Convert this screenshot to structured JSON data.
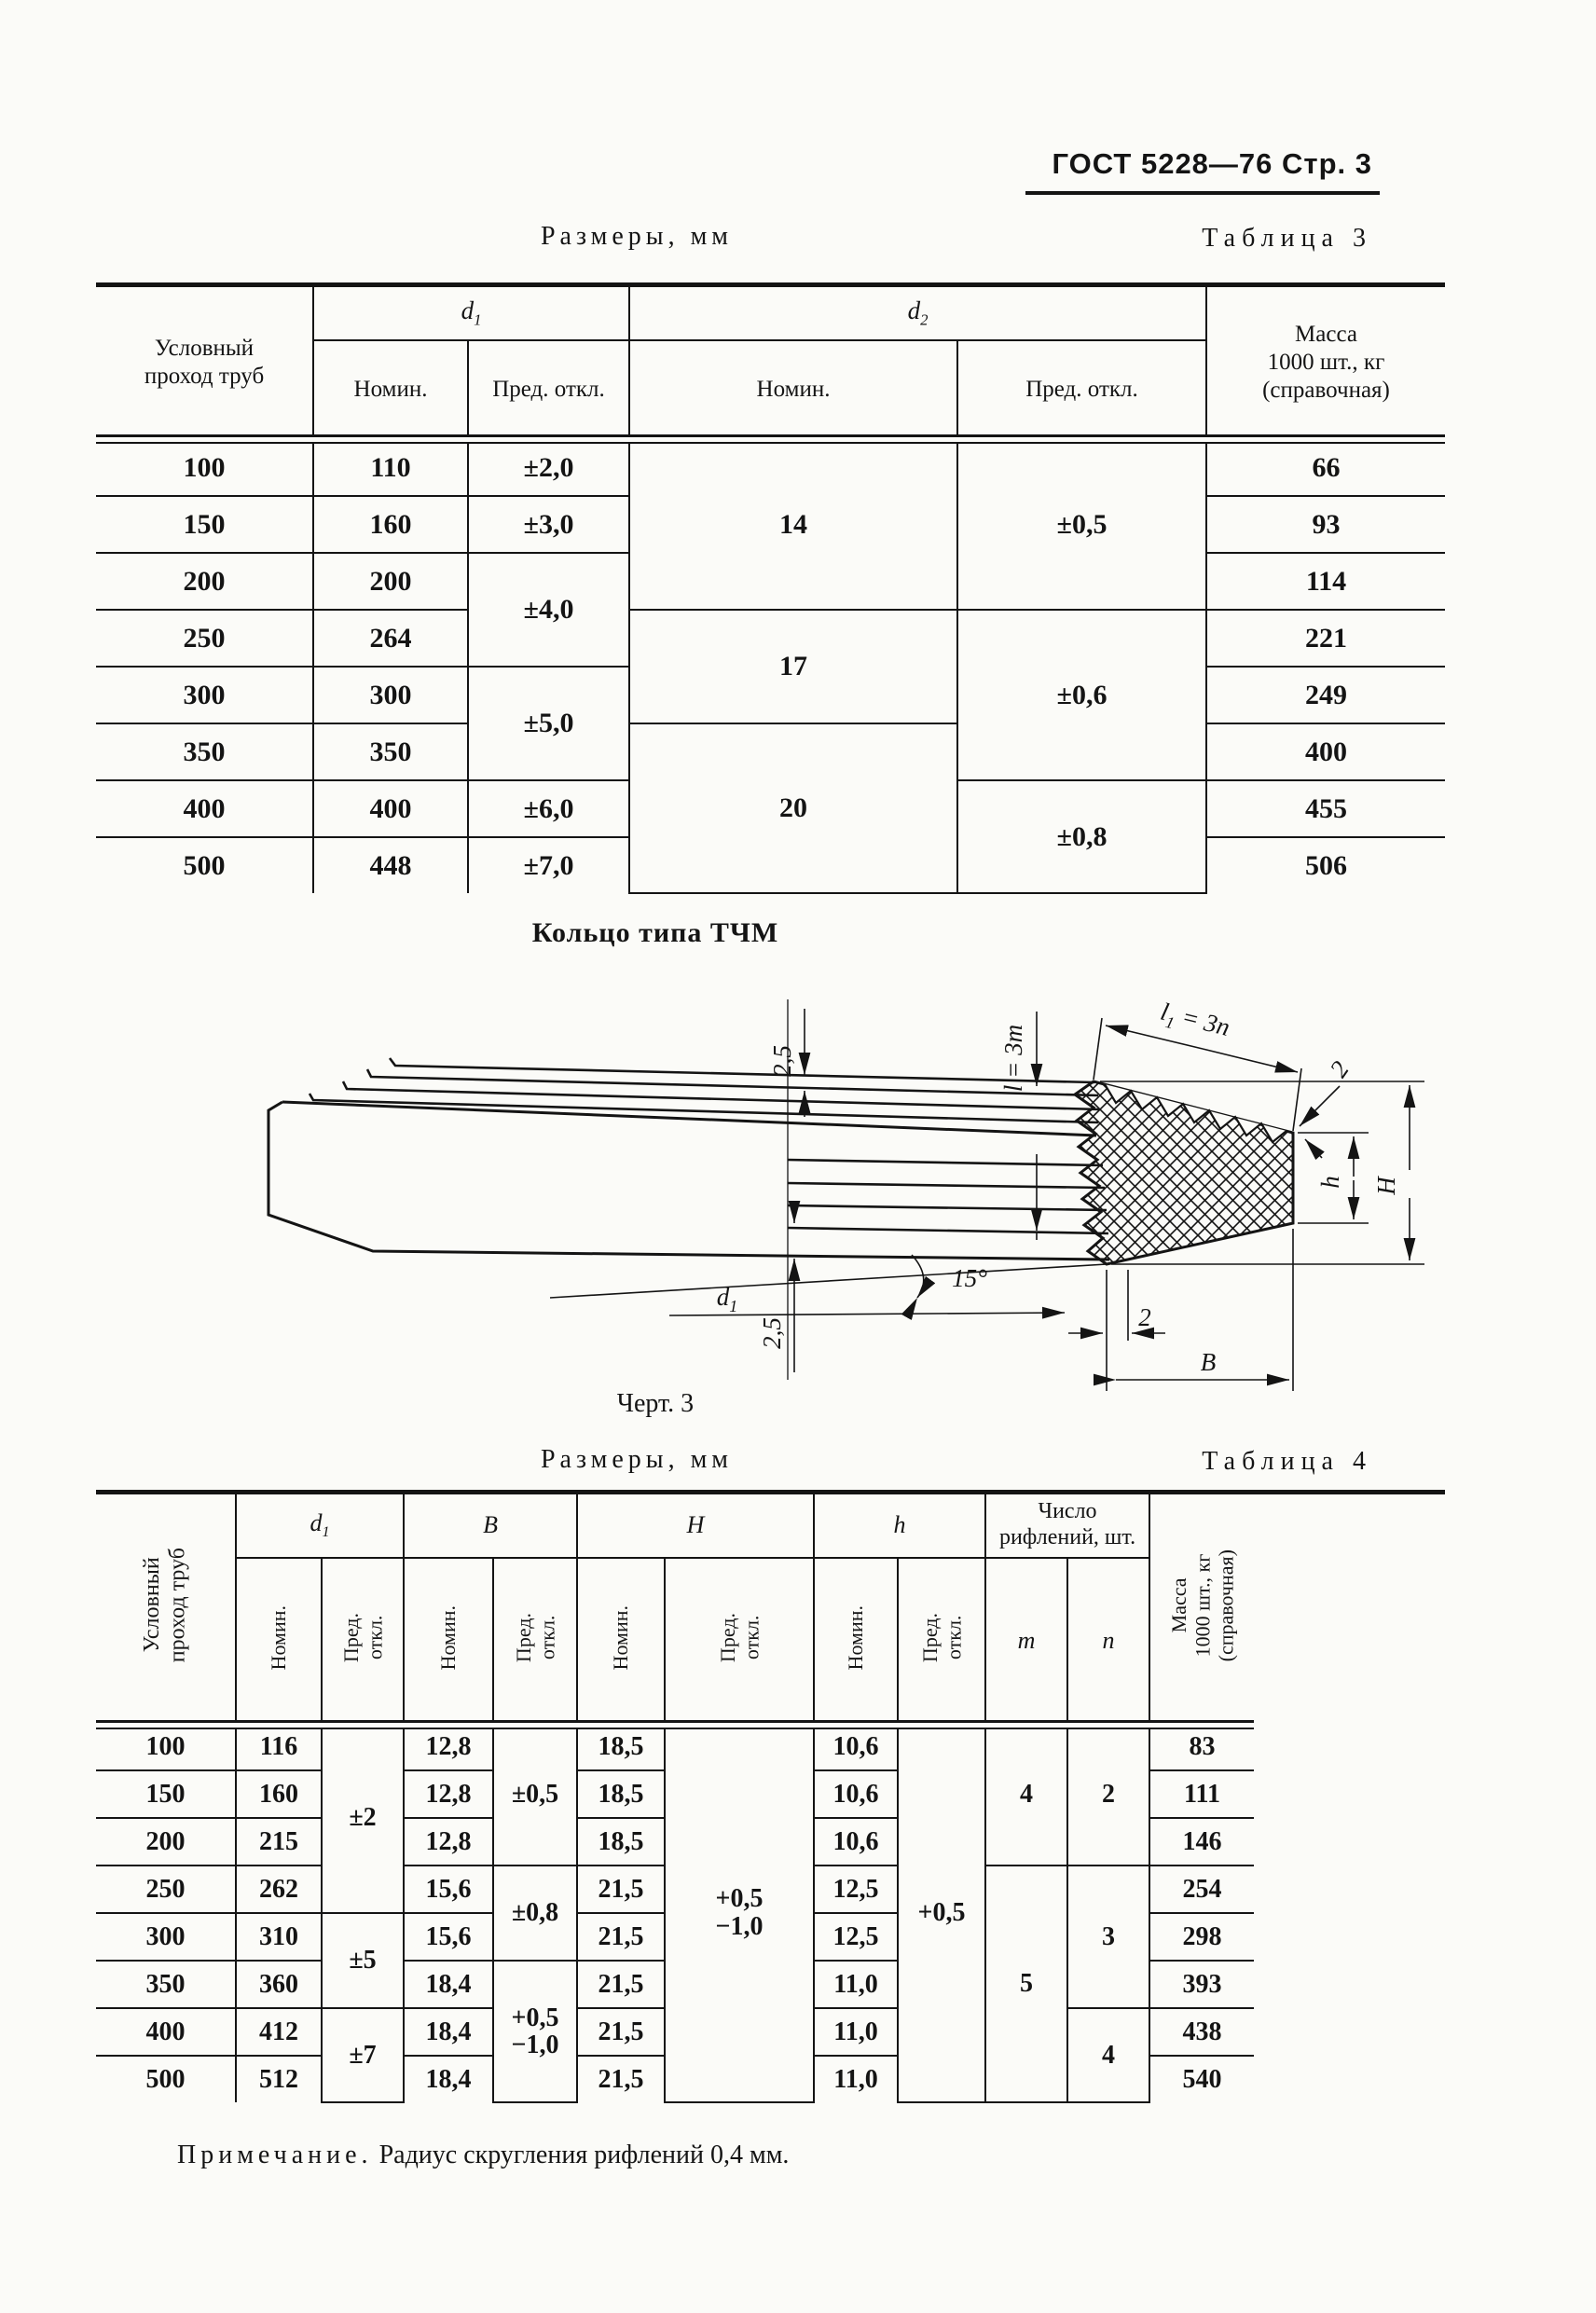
{
  "page": {
    "header": "ГОСТ 5228—76 Стр. 3"
  },
  "t3": {
    "size_label": "Размеры, мм",
    "table_label": "Таблица 3",
    "head": {
      "col1": "Условный\nпроход труб",
      "d1_base": "d",
      "d1_sub": "1",
      "d2_base": "d",
      "d2_sub": "2",
      "nom": "Номин.",
      "tol": "Пред. откл.",
      "mass": "Масса\n1000 шт., кг\n(справочная)"
    },
    "rows": [
      {
        "dy": "100",
        "d1": "110",
        "mass": "66"
      },
      {
        "dy": "150",
        "d1": "160",
        "mass": "93"
      },
      {
        "dy": "200",
        "d1": "200",
        "mass": "114"
      },
      {
        "dy": "250",
        "d1": "264",
        "mass": "221"
      },
      {
        "dy": "300",
        "d1": "300",
        "mass": "249"
      },
      {
        "dy": "350",
        "d1": "350",
        "mass": "400"
      },
      {
        "dy": "400",
        "d1": "400",
        "mass": "455"
      },
      {
        "dy": "500",
        "d1": "448",
        "mass": "506"
      }
    ],
    "d1_tol": [
      "±2,0",
      "±3,0",
      "±4,0",
      "±5,0",
      "±6,0",
      "±7,0"
    ],
    "d2_nom": [
      "14",
      "17",
      "20"
    ],
    "d2_tol": [
      "±0,5",
      "±0,6",
      "±0,8"
    ]
  },
  "figure": {
    "title": "Кольцо типа ТЧМ",
    "caption": "Черт. 3",
    "dims": {
      "pitch_top": "2,5",
      "pitch_bottom": "2,5",
      "l_base": "l",
      "l_rest": " = 3m",
      "l1_base": "l",
      "l1_sub": "1",
      "l1_rest": " = 3n",
      "chamfer": "2",
      "h": "h",
      "H": "H",
      "angle": "15°",
      "d1_base": "d",
      "d1_sub": "1",
      "edge": "2",
      "B": "В"
    }
  },
  "t4": {
    "size_label": "Размеры, мм",
    "table_label": "Таблица 4",
    "head": {
      "col1": "Условный\nпроход труб",
      "d1_base": "d",
      "d1_sub": "1",
      "B": "В",
      "H": "Н",
      "h": "h",
      "nom": "Номин.",
      "tol": "Пред.\nоткл.",
      "riffle": "Число\nрифлений, шт.",
      "m": "m",
      "n": "n",
      "mass": "Масса\n1000 шт., кг\n(справочная)"
    },
    "rows": [
      {
        "dy": "100",
        "d1": "116",
        "b": "12,8",
        "H": "18,5",
        "h": "10,6",
        "mass": "83"
      },
      {
        "dy": "150",
        "d1": "160",
        "b": "12,8",
        "H": "18,5",
        "h": "10,6",
        "mass": "111"
      },
      {
        "dy": "200",
        "d1": "215",
        "b": "12,8",
        "H": "18,5",
        "h": "10,6",
        "mass": "146"
      },
      {
        "dy": "250",
        "d1": "262",
        "b": "15,6",
        "H": "21,5",
        "h": "12,5",
        "mass": "254"
      },
      {
        "dy": "300",
        "d1": "310",
        "b": "15,6",
        "H": "21,5",
        "h": "12,5",
        "mass": "298"
      },
      {
        "dy": "350",
        "d1": "360",
        "b": "18,4",
        "H": "21,5",
        "h": "11,0",
        "mass": "393"
      },
      {
        "dy": "400",
        "d1": "412",
        "b": "18,4",
        "H": "21,5",
        "h": "11,0",
        "mass": "438"
      },
      {
        "dy": "500",
        "d1": "512",
        "b": "18,4",
        "H": "21,5",
        "h": "11,0",
        "mass": "540"
      }
    ],
    "d1_tol": [
      "±2",
      "±5",
      "±7"
    ],
    "b_tol": [
      "±0,5",
      "±0,8",
      "+0,5\n−1,0"
    ],
    "H_tol": "+0,5\n−1,0",
    "h_tol": "+0,5",
    "m": [
      "4",
      "5"
    ],
    "n": [
      "2",
      "3",
      "4"
    ]
  },
  "note": {
    "label": "Примечание.",
    "text": " Радиус скругления рифлений 0,4 мм."
  }
}
